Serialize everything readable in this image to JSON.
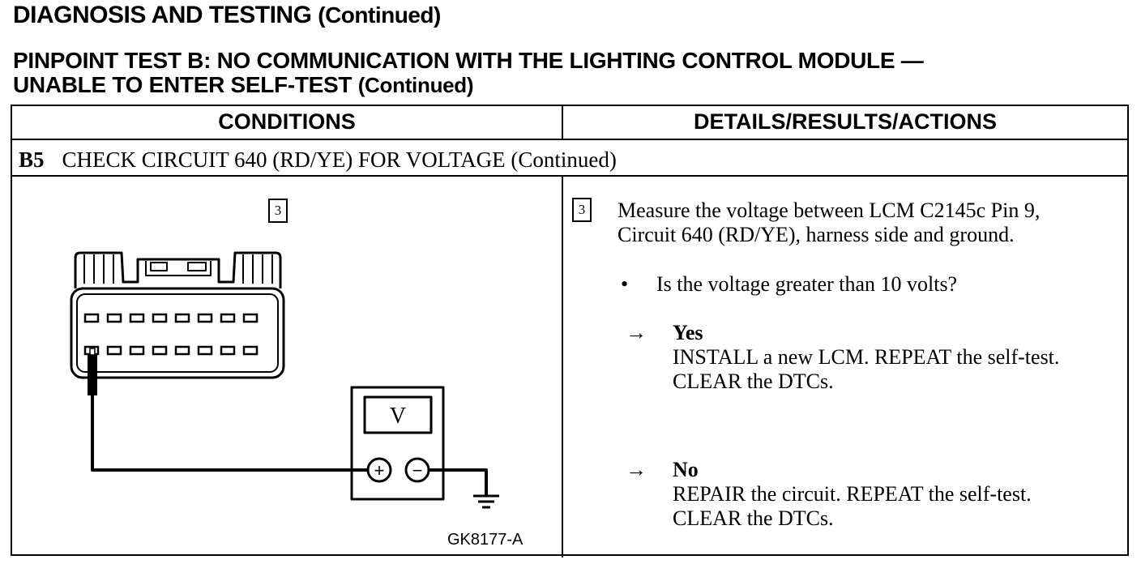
{
  "header": {
    "title": "DIAGNOSIS AND TESTING",
    "title_cont": "(Continued)",
    "test_line1": "PINPOINT TEST B: NO COMMUNICATION WITH THE LIGHTING CONTROL MODULE —",
    "test_line2": "UNABLE TO ENTER SELF-TEST",
    "test_cont": "(Continued)"
  },
  "table": {
    "col_conditions": "CONDITIONS",
    "col_details": "DETAILS/RESULTS/ACTIONS",
    "step_id": "B5",
    "step_title": "CHECK CIRCUIT 640 (RD/YE) FOR VOLTAGE (Continued)"
  },
  "diagram": {
    "step_number": "3",
    "meter_display": "V",
    "plus_symbol": "+",
    "minus_symbol": "−",
    "figure_code": "GK8177-A"
  },
  "details": {
    "step_number": "3",
    "instruction_line1": "Measure the voltage between LCM C2145c Pin 9,",
    "instruction_line2": "Circuit 640 (RD/YE), harness side and ground.",
    "bullet": "•",
    "question": "Is the voltage greater than 10 volts?",
    "arrow": "→",
    "yes_label": "Yes",
    "yes_action_line1": "INSTALL a new LCM. REPEAT the self-test.",
    "yes_action_line2": "CLEAR the DTCs.",
    "no_label": "No",
    "no_action_line1": "REPAIR the circuit. REPEAT the self-test.",
    "no_action_line2": "CLEAR the DTCs."
  }
}
